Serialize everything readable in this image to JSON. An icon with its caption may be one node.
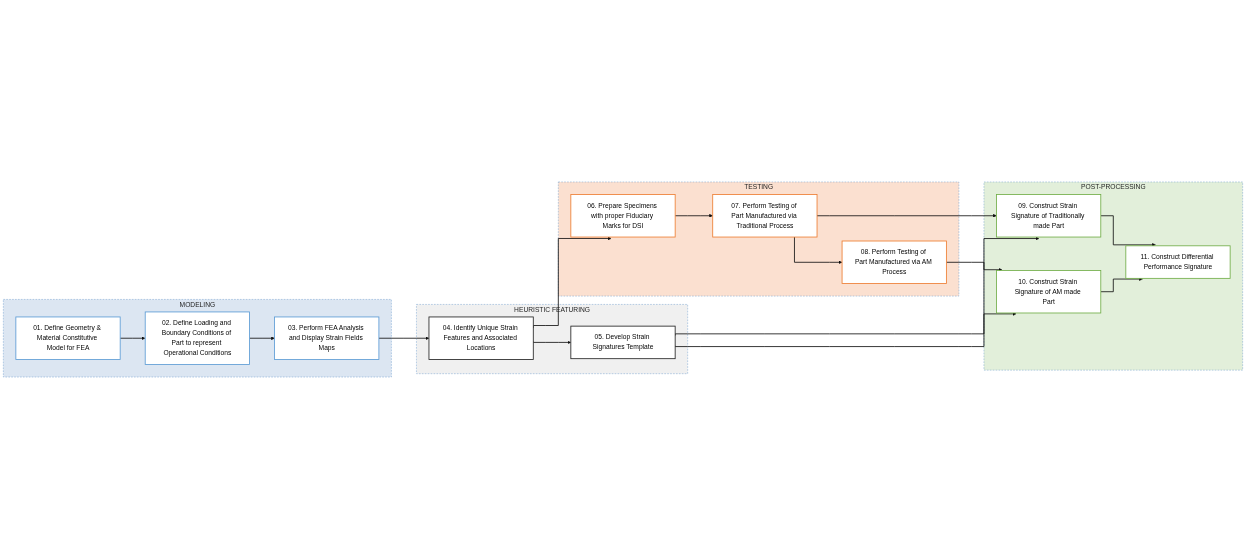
{
  "diagram": {
    "nodes": [
      {
        "text": [
          "MODELING"
        ]
      },
      {
        "text": [
          "01. Define Geometry & Material Constitutive Model for FEA"
        ],
        "in": 0
      },
      {
        "text": [
          "02. Define Loading and Boundary Conditions of Part to represent Operational Conditions"
        ],
        "in": 0
      },
      {
        "text": [
          "03. Perform FEA Analysis and Display Strain Fields Maps"
        ],
        "in": 0
      },
      {
        "text": [
          "HEURISTIC FEATURING"
        ]
      },
      {
        "text": [
          "04. Identify Unique Strain Features and Associated Locations"
        ],
        "in": 4
      },
      {
        "text": [
          "05. Develop Strain Signatures Template"
        ],
        "in": 4
      },
      {
        "text": [
          "TESTING"
        ]
      },
      {
        "text": [
          "06. Prepare Specimens with proper Fiduciary Marks for DSI"
        ],
        "in": 7
      },
      {
        "text": [
          "07. Perform Testing of Part Manufactured via Traditional Process"
        ],
        "in": 7
      },
      {
        "text": [
          "08. Perform Testing of Part Manufactured via AM Process"
        ],
        "in": 7
      },
      {
        "text": [
          "POST-PROCESSING"
        ]
      },
      {
        "text": [
          "09. Construct Strain Signature of Traditionally made Part"
        ],
        "in": 11
      },
      {
        "text": [
          "10. Construct Strain Signature of AM made Part"
        ],
        "in": 11
      },
      {
        "text": [
          "11. Construct Differential Performance Signature"
        ],
        "in": 11
      }
    ],
    "edges": [
      {
        "from": 1,
        "to": 2,
        "arrow": "to"
      },
      {
        "from": 2,
        "to": 3,
        "arrow": "to"
      },
      {
        "from": 3,
        "to": 5,
        "arrow": "to"
      },
      {
        "from": 5,
        "to": 6,
        "arrow": "to"
      },
      {
        "from": 5,
        "to": 8,
        "arrow": "to"
      },
      {
        "from": 8,
        "to": 9,
        "arrow": "to"
      },
      {
        "from": 9,
        "to": 10,
        "arrow": "to"
      },
      {
        "from": 6,
        "to": 12,
        "arrow": "to"
      },
      {
        "from": 9,
        "to": 12,
        "arrow": "to"
      },
      {
        "from": 10,
        "to": 13,
        "arrow": "to"
      },
      {
        "from": 6,
        "to": 13,
        "arrow": "to"
      },
      {
        "from": 12,
        "to": 14,
        "arrow": "to"
      },
      {
        "from": 13,
        "to": 14,
        "arrow": "to"
      }
    ]
  }
}
